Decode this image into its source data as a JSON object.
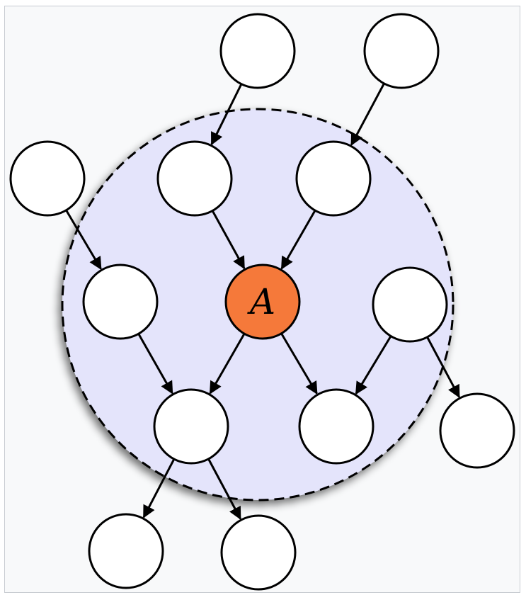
{
  "diagram": {
    "blanket_fill": "#e4e4fb",
    "target_fill": "#f5793a",
    "node_fill": "#ffffff",
    "stroke": "#000000",
    "target_label": "A",
    "nodes": [
      {
        "id": "target",
        "label": "A",
        "role": "target"
      },
      {
        "id": "grandparent-left",
        "label": "",
        "role": "outside"
      },
      {
        "id": "grandparent-right",
        "label": "",
        "role": "outside"
      },
      {
        "id": "coparent-outside-left",
        "label": "",
        "role": "outside"
      },
      {
        "id": "parent-left",
        "label": "",
        "role": "blanket"
      },
      {
        "id": "parent-right",
        "label": "",
        "role": "blanket"
      },
      {
        "id": "coparent-left",
        "label": "",
        "role": "blanket"
      },
      {
        "id": "coparent-right",
        "label": "",
        "role": "blanket"
      },
      {
        "id": "child-left",
        "label": "",
        "role": "blanket"
      },
      {
        "id": "child-right",
        "label": "",
        "role": "blanket"
      },
      {
        "id": "child-of-coparent-outside",
        "label": "",
        "role": "outside"
      },
      {
        "id": "grandchild-left",
        "label": "",
        "role": "outside"
      },
      {
        "id": "grandchild-right",
        "label": "",
        "role": "outside"
      }
    ],
    "edges": [
      {
        "from": "grandparent-left",
        "to": "parent-left"
      },
      {
        "from": "grandparent-right",
        "to": "parent-right"
      },
      {
        "from": "coparent-outside-left",
        "to": "coparent-left"
      },
      {
        "from": "parent-left",
        "to": "target"
      },
      {
        "from": "parent-right",
        "to": "target"
      },
      {
        "from": "target",
        "to": "child-left"
      },
      {
        "from": "target",
        "to": "child-right"
      },
      {
        "from": "coparent-left",
        "to": "child-left"
      },
      {
        "from": "coparent-right",
        "to": "child-right"
      },
      {
        "from": "coparent-right",
        "to": "child-of-coparent-outside"
      },
      {
        "from": "child-left",
        "to": "grandchild-left"
      },
      {
        "from": "child-left",
        "to": "grandchild-right"
      }
    ]
  }
}
